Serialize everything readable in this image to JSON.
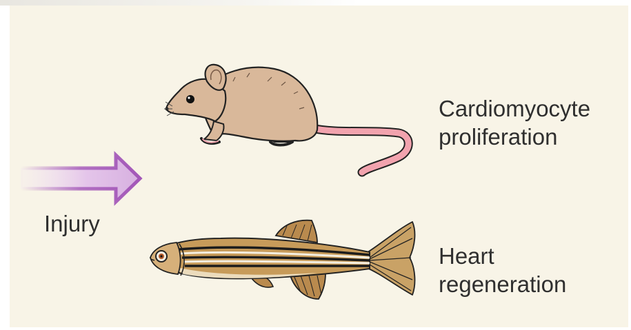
{
  "labels": {
    "injury": "Injury",
    "mouse_outcome_line1": "Cardiomyocyte",
    "mouse_outcome_line2": "proliferation",
    "fish_outcome_line1": "Heart",
    "fish_outcome_line2": "regeneration"
  },
  "icons": {
    "arrow": "injury-arrow-icon",
    "mouse": "mouse-icon",
    "fish": "zebrafish-icon"
  },
  "colors": {
    "background": "#f8f4e7",
    "arrow": "#a357b8",
    "mouse_fur": "#d9b89a",
    "mouse_tail": "#f2a3ae",
    "fish_body": "#c79b5a",
    "text": "#2f2f2f"
  }
}
